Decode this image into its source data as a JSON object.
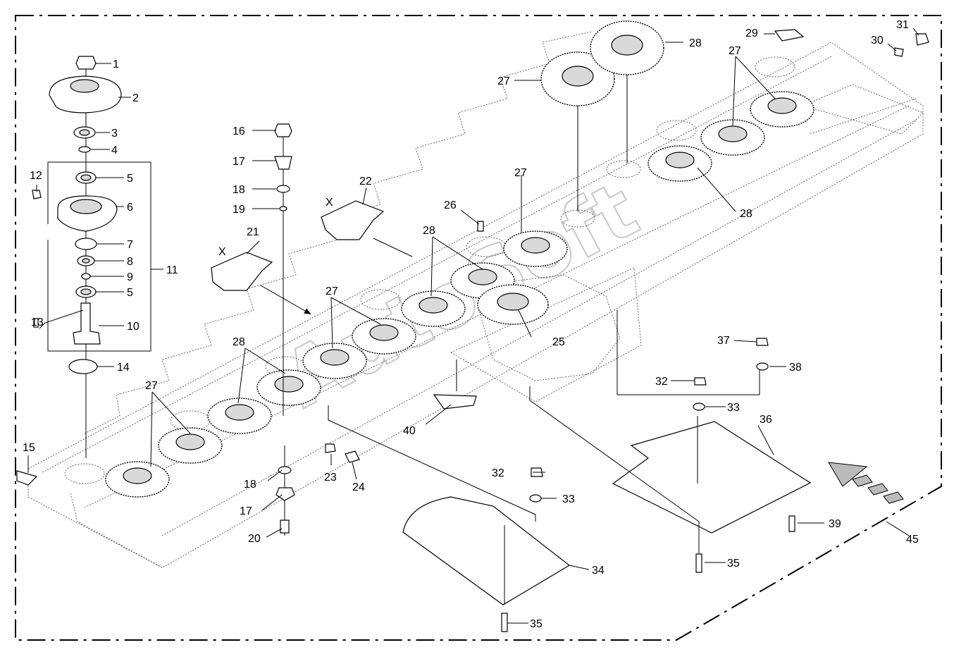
{
  "watermark": "AutoSoft",
  "labels": {
    "l1": "1",
    "l2": "2",
    "l3": "3",
    "l4": "4",
    "l5a": "5",
    "l5b": "5",
    "l6": "6",
    "l7": "7",
    "l8": "8",
    "l9": "9",
    "l10": "10",
    "l11": "11",
    "l12": "12",
    "l13": "13",
    "l14": "14",
    "l15": "15",
    "l16": "16",
    "l17a": "17",
    "l17b": "17",
    "l18a": "18",
    "l18b": "18",
    "l19": "19",
    "l20": "20",
    "l21": "21",
    "l22": "22",
    "l23": "23",
    "l24": "24",
    "l25": "25",
    "l26": "26",
    "l27a": "27",
    "l27b": "27",
    "l27c": "27",
    "l27d": "27",
    "l27e": "27",
    "l28a": "28",
    "l28b": "28",
    "l28c": "28",
    "l28d": "28",
    "l29": "29",
    "l30": "30",
    "l31": "31",
    "l32a": "32",
    "l32b": "32",
    "l33a": "33",
    "l33b": "33",
    "l34": "34",
    "l35a": "35",
    "l35b": "35",
    "l36": "36",
    "l37": "37",
    "l38": "38",
    "l39": "39",
    "l40": "40",
    "l45": "45",
    "x1": "X",
    "x2": "X"
  }
}
